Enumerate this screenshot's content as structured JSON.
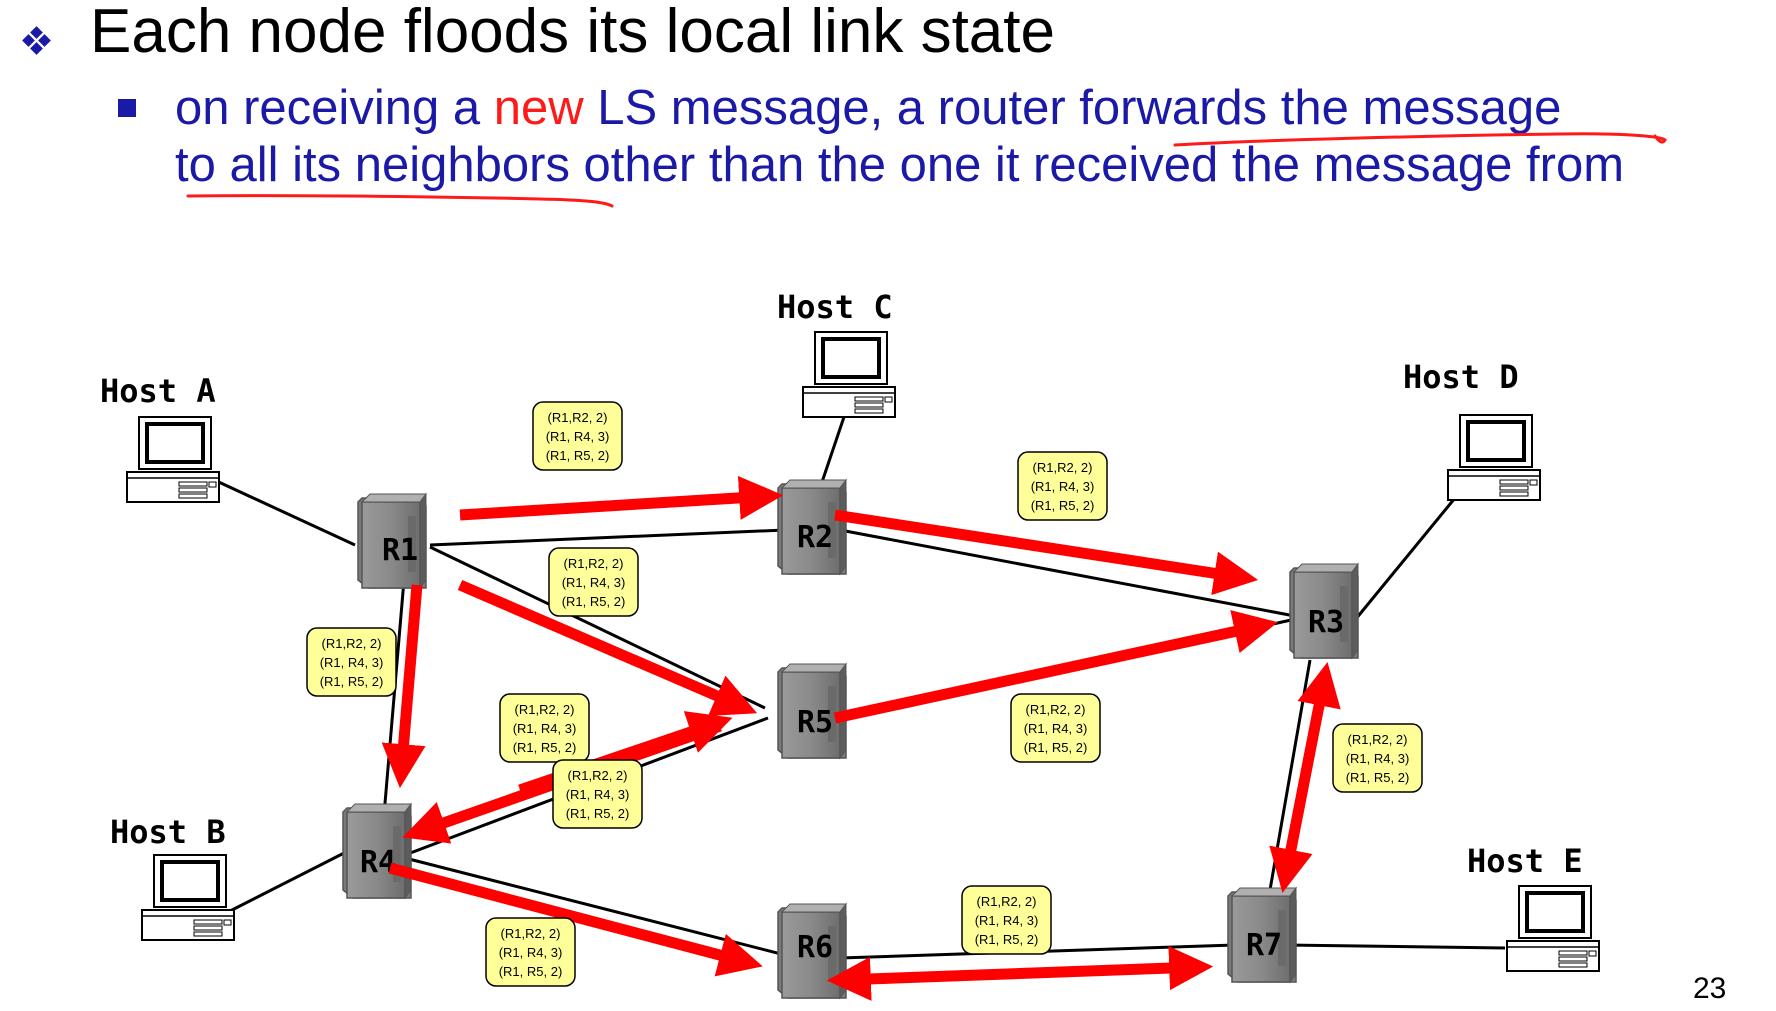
{
  "slide": {
    "title": "Each node floods its local link state",
    "bullet_parts": {
      "line1_a": "on receiving a ",
      "line1_new": "new",
      "line1_b": " LS message, a router forwards the message",
      "line2": "to all its neighbors other than the one it received the message from"
    },
    "page_number": "23"
  },
  "hosts": {
    "a": "Host A",
    "b": "Host B",
    "c": "Host C",
    "d": "Host D",
    "e": "Host E"
  },
  "routers": {
    "r1": "R1",
    "r2": "R2",
    "r3": "R3",
    "r4": "R4",
    "r5": "R5",
    "r6": "R6",
    "r7": "R7"
  },
  "ls_message": {
    "line1": "(R1,R2, 2)",
    "line2": "(R1, R4, 3)",
    "line3": "(R1, R5, 2)"
  },
  "colors": {
    "text_blue": "#1a1aa6",
    "highlight_red": "#ff1a1a",
    "arrow_red": "#ff0000",
    "router_gray": "#8c8c8c",
    "lsa_yellow": "#ffff99"
  }
}
